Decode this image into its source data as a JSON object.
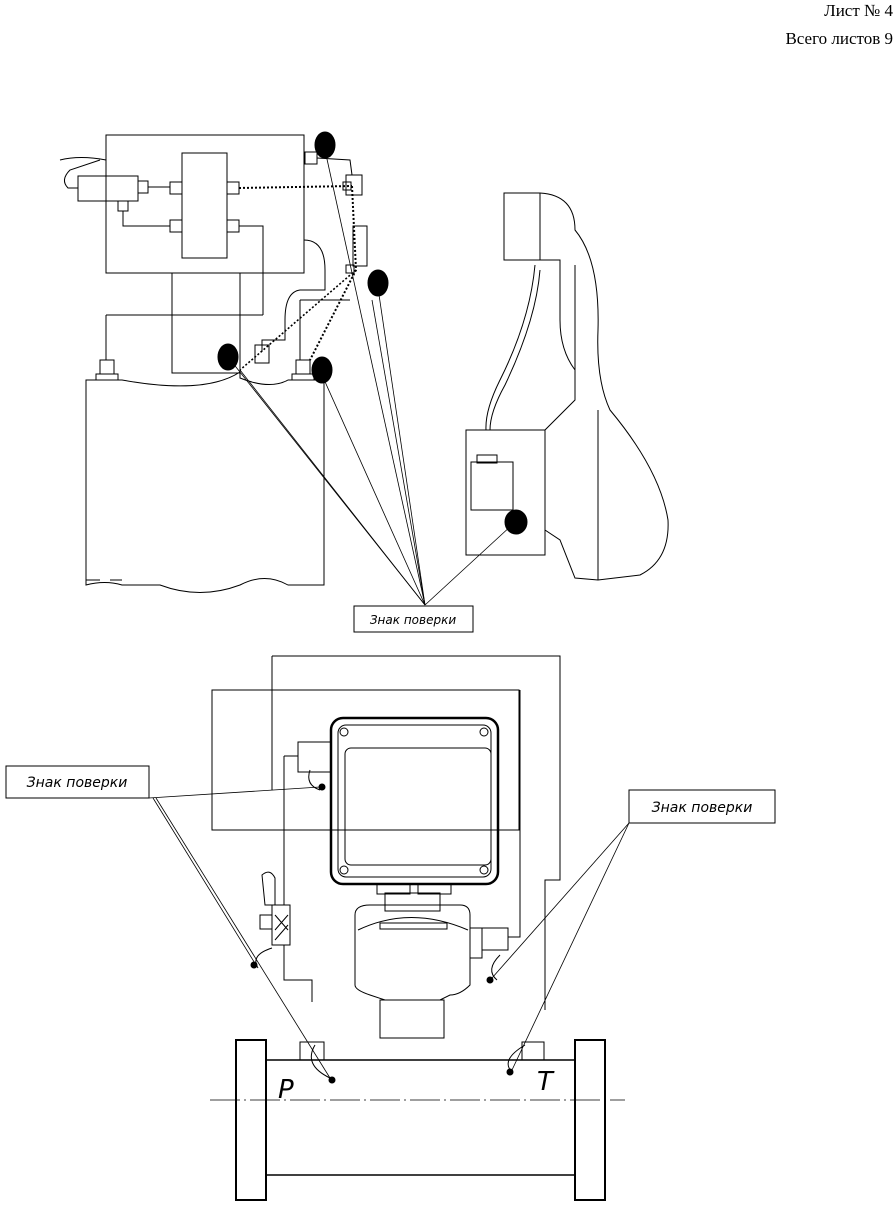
{
  "header": {
    "sheet_label": "Лист № 4",
    "total_label": "Всего листов 9"
  },
  "callouts": {
    "verification_mark": "Знак поверки"
  },
  "diagram": {
    "pressure_label": "P",
    "temperature_label": "T"
  },
  "colors": {
    "line": "#000000",
    "background": "#ffffff"
  }
}
